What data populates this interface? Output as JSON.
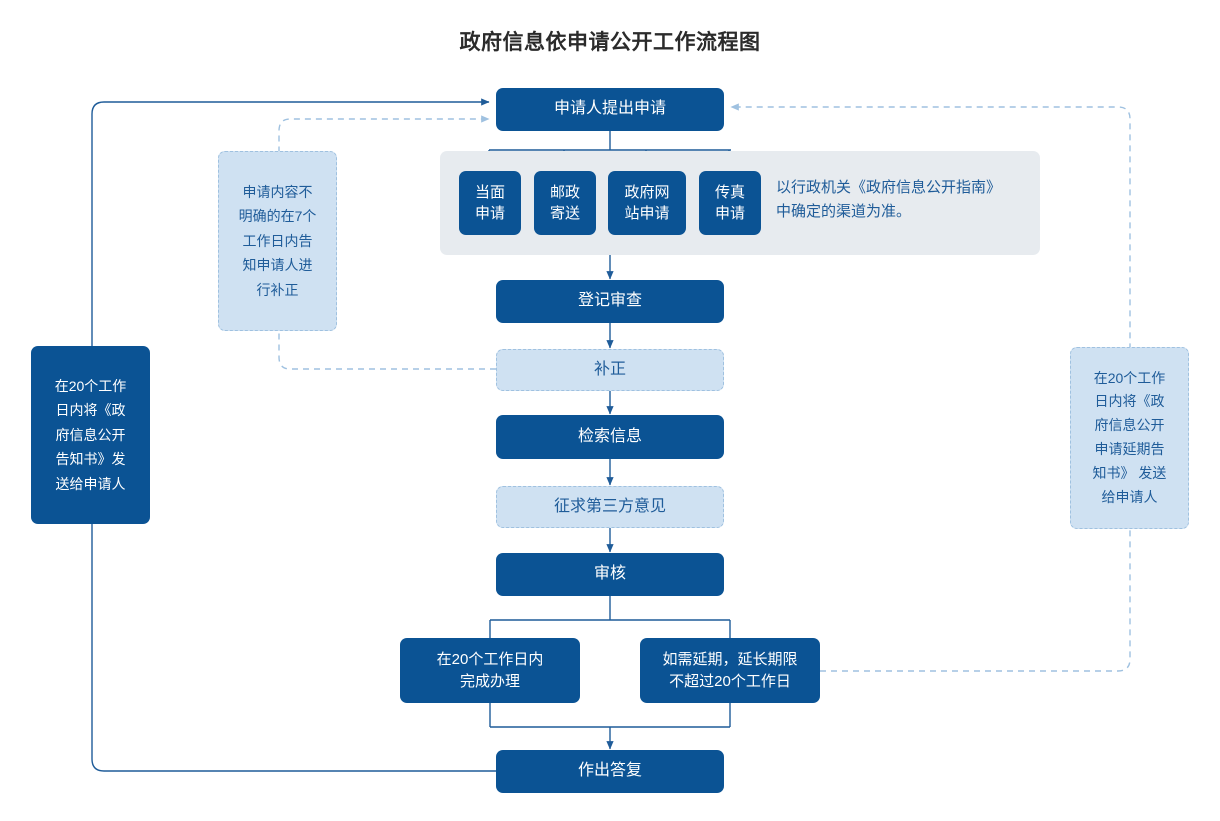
{
  "title": "政府信息依申请公开工作流程图",
  "colors": {
    "dark_blue": "#0b5394",
    "light_blue": "#cfe1f2",
    "panel_grey": "#e7ebef",
    "text_blue": "#1f5c99",
    "connector": "#1f5c99",
    "title_text": "#2b2b2b",
    "white": "#ffffff"
  },
  "chart_data": {
    "type": "diagram",
    "title": "政府信息依申请公开工作流程图",
    "nodes": [
      {
        "id": "apply",
        "label": "申请人提出申请",
        "style": "dark"
      },
      {
        "id": "ch1",
        "label": "当面\n申请",
        "style": "dark"
      },
      {
        "id": "ch2",
        "label": "邮政\n寄送",
        "style": "dark"
      },
      {
        "id": "ch3",
        "label": "政府网\n站申请",
        "style": "dark"
      },
      {
        "id": "ch4",
        "label": "传真\n申请",
        "style": "dark"
      },
      {
        "id": "register",
        "label": "登记审查",
        "style": "dark"
      },
      {
        "id": "supplement",
        "label": "补正",
        "style": "light"
      },
      {
        "id": "retrieve",
        "label": "检索信息",
        "style": "dark"
      },
      {
        "id": "thirdparty",
        "label": "征求第三方意见",
        "style": "light"
      },
      {
        "id": "review",
        "label": "审核",
        "style": "dark"
      },
      {
        "id": "finish20",
        "label": "在20个工作日内\n完成办理",
        "style": "dark"
      },
      {
        "id": "extend20",
        "label": "如需延期，延长期限\n不超过20个工作日",
        "style": "dark"
      },
      {
        "id": "reply",
        "label": "作出答复",
        "style": "dark"
      },
      {
        "id": "noteLeft",
        "label": "申请内容不\n明确的在7个\n工作日内告\n知申请人进\n行补正",
        "style": "light"
      },
      {
        "id": "noteFarLeft",
        "label": "在20个工作\n日内将《政\n府信息公开\n告知书》发\n送给申请人",
        "style": "dark"
      },
      {
        "id": "noteRight",
        "label": "在20个工作\n日内将《政\n府信息公开\n申请延期告\n知书》 发送\n给申请人",
        "style": "light"
      }
    ],
    "panel_note": "以行政机关《政府信息公开指南》\n中确定的渠道为准。",
    "edges": [
      {
        "from": "apply",
        "to": "channels",
        "style": "solid"
      },
      {
        "from": "channels",
        "to": "register",
        "style": "solid"
      },
      {
        "from": "register",
        "to": "supplement",
        "style": "solid"
      },
      {
        "from": "supplement",
        "to": "retrieve",
        "style": "solid"
      },
      {
        "from": "retrieve",
        "to": "thirdparty",
        "style": "solid"
      },
      {
        "from": "thirdparty",
        "to": "review",
        "style": "solid"
      },
      {
        "from": "review",
        "to": "finish20",
        "style": "solid"
      },
      {
        "from": "review",
        "to": "extend20",
        "style": "solid"
      },
      {
        "from": "finish20",
        "to": "reply",
        "style": "solid"
      },
      {
        "from": "extend20",
        "to": "reply",
        "style": "solid"
      },
      {
        "from": "reply",
        "to": "apply",
        "style": "solid"
      },
      {
        "from": "supplement",
        "to": "apply",
        "style": "dashed"
      },
      {
        "from": "extend20",
        "to": "apply",
        "style": "dashed"
      }
    ]
  },
  "nodes": {
    "apply": "申请人提出申请",
    "ch1": "当面\n申请",
    "ch2": "邮政\n寄送",
    "ch3": "政府网\n站申请",
    "ch4": "传真\n申请",
    "register": "登记审查",
    "supplement": "补正",
    "retrieve": "检索信息",
    "thirdparty": "征求第三方意见",
    "review": "审核",
    "finish20": "在20个工作日内\n完成办理",
    "extend20": "如需延期，延长期限\n不超过20个工作日",
    "reply": "作出答复",
    "panel_note": "以行政机关《政府信息公开指南》\n中确定的渠道为准。",
    "noteLeft": "申请内容不\n明确的在7个\n工作日内告\n知申请人进\n行补正",
    "noteFarLeft": "在20个工作\n日内将《政\n府信息公开\n告知书》发\n送给申请人",
    "noteRight": "在20个工作\n日内将《政\n府信息公开\n申请延期告\n知书》 发送\n给申请人"
  }
}
